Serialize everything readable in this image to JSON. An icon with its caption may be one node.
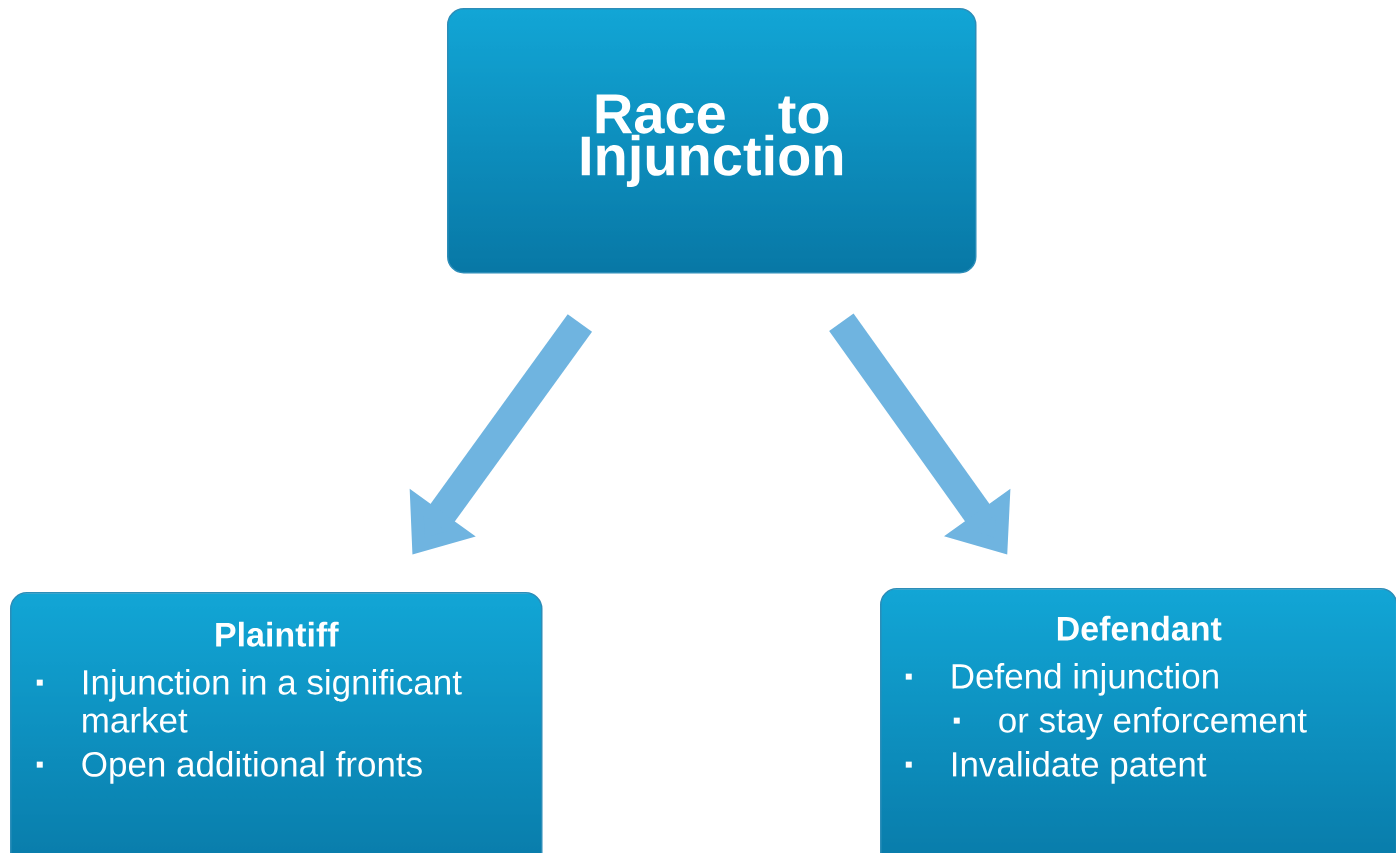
{
  "diagram": {
    "nodes": [
      {
        "text": [
          "Race to Injunction"
        ]
      },
      {
        "text": [
          "Plaintiff",
          "Injunction in a significant market",
          "Open additional fronts"
        ]
      },
      {
        "text": [
          "Defendant",
          "Defend injunction",
          "or stay enforcement",
          "Invalidate patent"
        ]
      }
    ],
    "edges": [
      {
        "from": 0,
        "to": 1,
        "arrow": "to"
      },
      {
        "from": 0,
        "to": 2,
        "arrow": "to"
      }
    ]
  }
}
